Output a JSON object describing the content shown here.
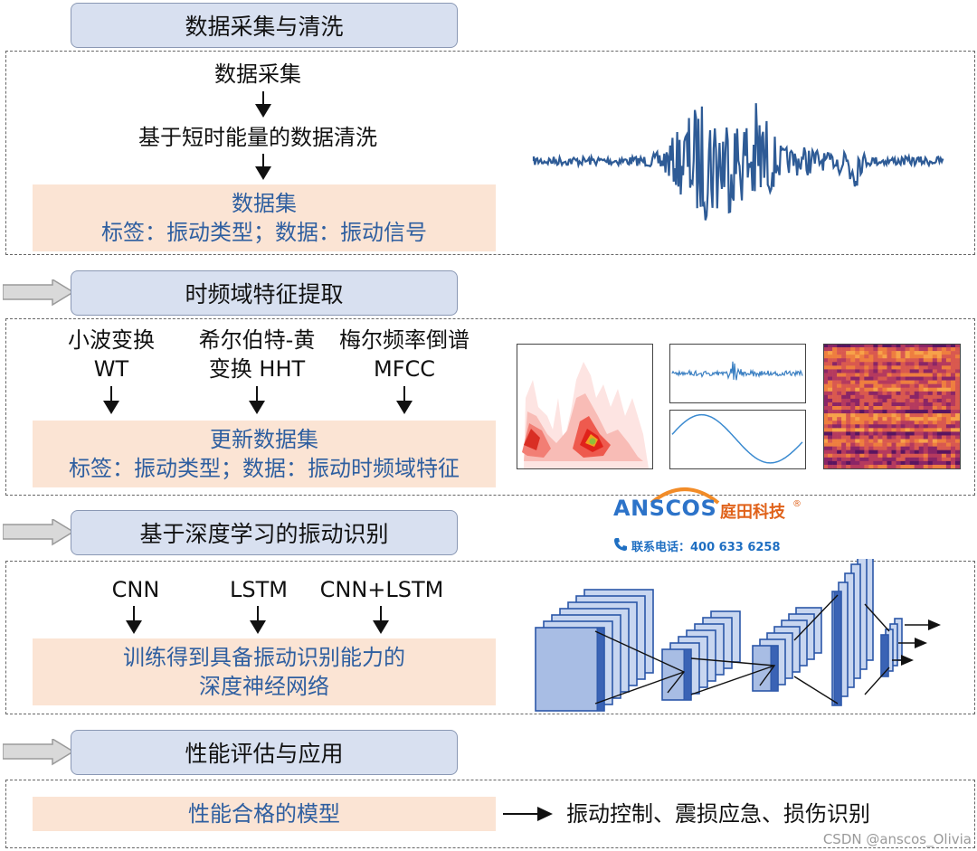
{
  "stages": [
    {
      "title": "数据采集与清洗"
    },
    {
      "title": "时频域特征提取"
    },
    {
      "title": "基于深度学习的振动识别"
    },
    {
      "title": "性能评估与应用"
    }
  ],
  "stage1": {
    "step1": "数据采集",
    "step2": "基于短时能量的数据清洗",
    "dataset_title": "数据集",
    "dataset_detail": "标签：振动类型；数据：振动信号"
  },
  "stage2": {
    "methods": [
      {
        "line1": "小波变换",
        "line2": "WT"
      },
      {
        "line1": "希尔伯特-黄",
        "line2": "变换 HHT"
      },
      {
        "line1": "梅尔频率倒谱",
        "line2": "MFCC"
      }
    ],
    "dataset_title": "更新数据集",
    "dataset_detail": "标签：振动类型；数据：振动时频域特征"
  },
  "stage3": {
    "models": [
      "CNN",
      "LSTM",
      "CNN+LSTM"
    ],
    "result_line1": "训练得到具备振动识别能力的",
    "result_line2": "深度神经网络"
  },
  "stage4": {
    "model": "性能合格的模型",
    "applications": "振动控制、震损应急、损伤识别"
  },
  "logo": {
    "brand": "ANSCOS",
    "cn_name": "庭田科技",
    "registered": "®",
    "phone_label": "联系电话：400 633 6258"
  },
  "watermark": "CSDN @anscos_Olivia",
  "colors": {
    "header_fill": "#d8e0f0",
    "peach_fill": "#fbe4d4",
    "accent_blue": "#2f5fa0",
    "signal_blue": "#2e5b96"
  }
}
